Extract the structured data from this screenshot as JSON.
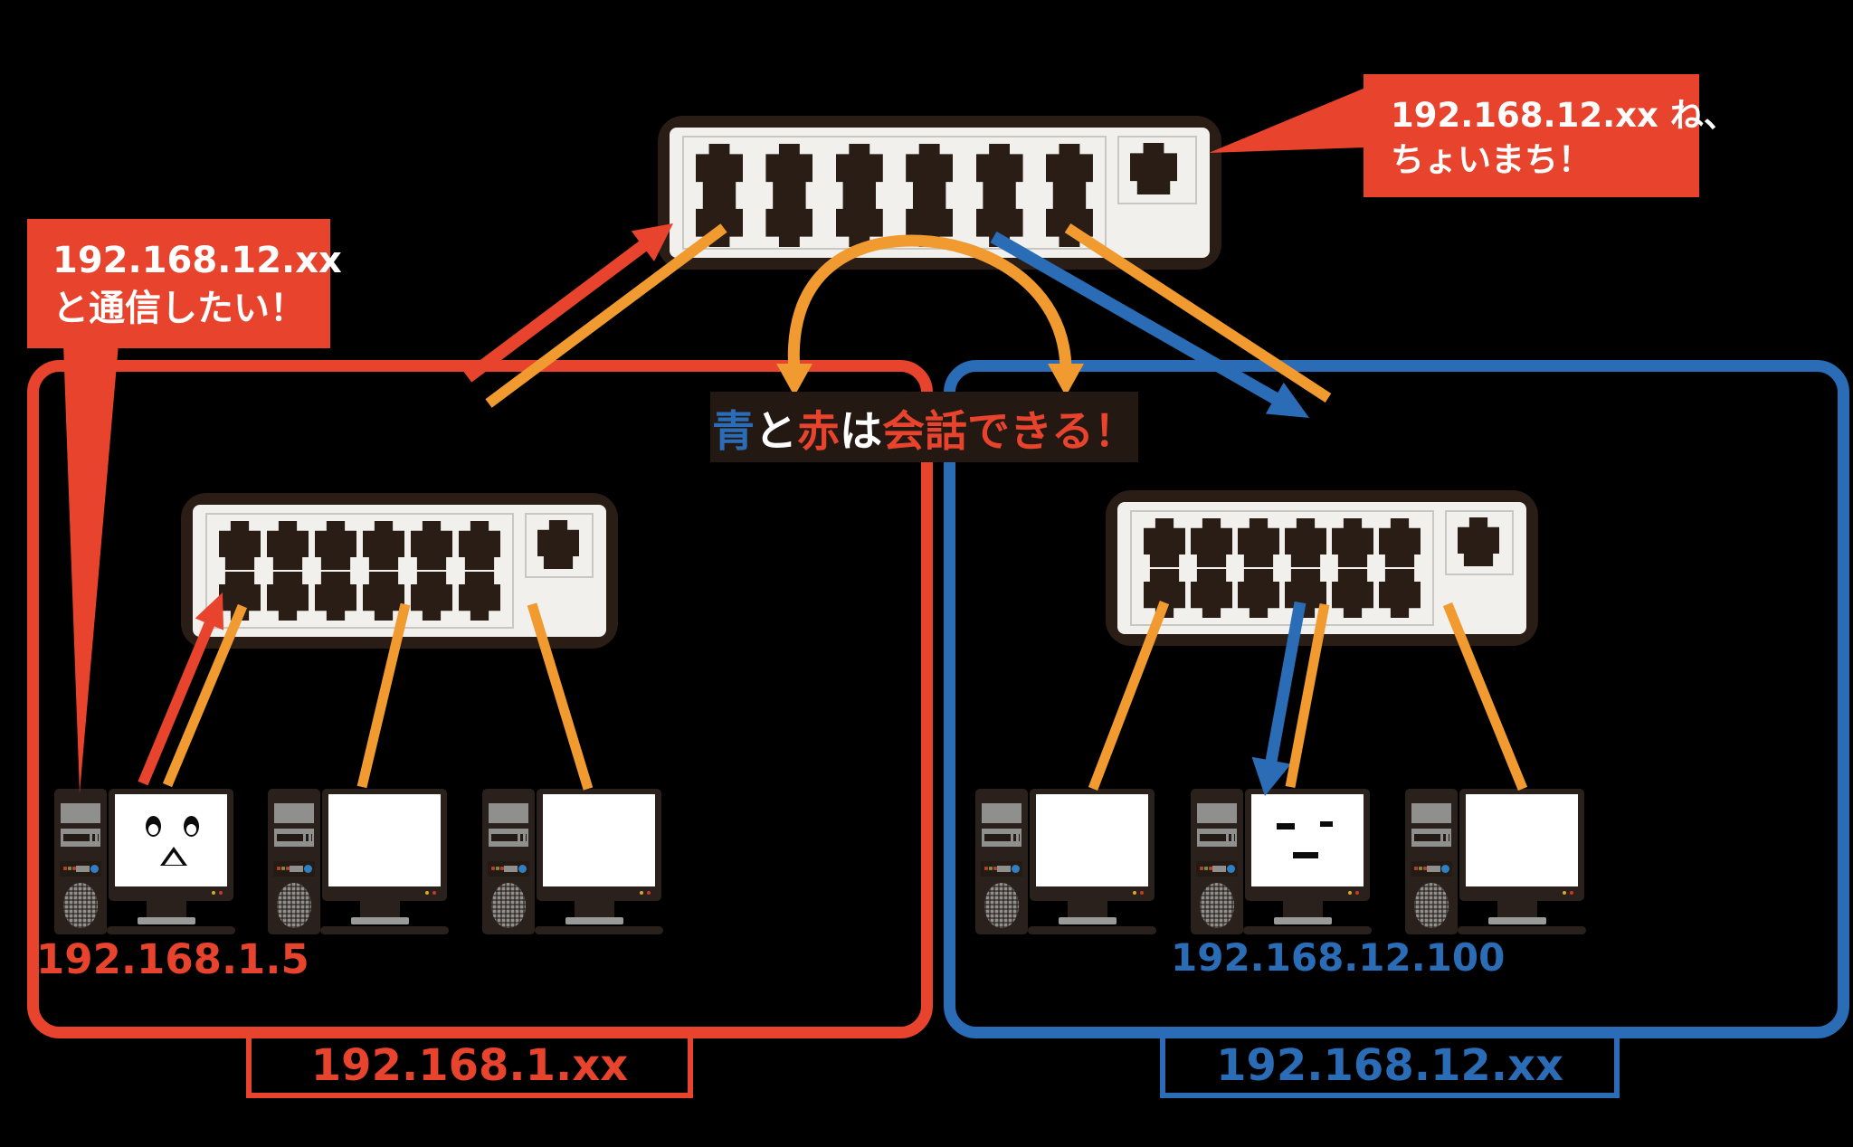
{
  "colors": {
    "red": "#E8432C",
    "orange": "#F09A30",
    "blue": "#2A6CB5",
    "dark": "#2A1D15",
    "pc": "#2B211C",
    "body": "#F1F0ED",
    "banner": "#241813",
    "white": "#FFFFFF"
  },
  "callout_want": {
    "line1": "192.168.12.xx",
    "line2": "と通信したい！"
  },
  "callout_wait": {
    "line1": "192.168.12.xx ね、",
    "line2": "ちょいまち！"
  },
  "banner": {
    "segments": [
      {
        "text": "青",
        "color": "blue"
      },
      {
        "text": "と",
        "color": "white"
      },
      {
        "text": "赤",
        "color": "red"
      },
      {
        "text": "は",
        "color": "white"
      },
      {
        "text": "会話できる！",
        "color": "red"
      }
    ]
  },
  "networks": {
    "red": {
      "subnet_label": "192.168.1.xx",
      "highlight_pc_ip": "192.168.1.5"
    },
    "blue": {
      "subnet_label": "192.168.12.xx",
      "highlight_pc_ip": "192.168.12.100"
    }
  },
  "devices": {
    "core_switch": "16-port switch (uplink)",
    "red_switch": "red subnet switch",
    "blue_switch": "blue subnet switch",
    "computers": [
      "pc-192.168.1.5",
      "pc-red-2",
      "pc-red-3",
      "pc-blue-1",
      "pc-192.168.12.100",
      "pc-blue-3"
    ]
  }
}
